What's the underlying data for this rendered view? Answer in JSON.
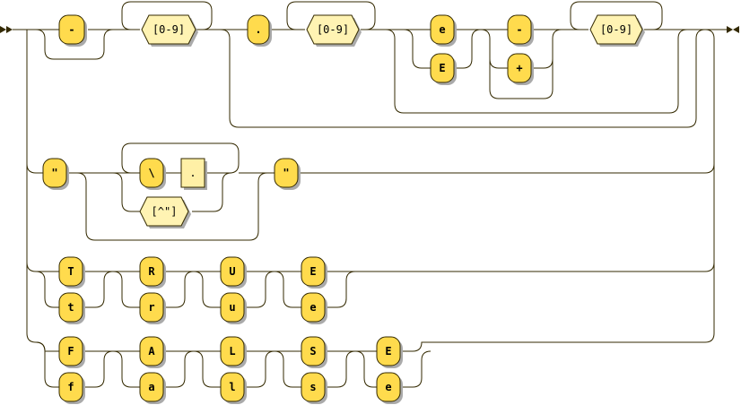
{
  "nodes": {
    "minus_sign_1": "-",
    "digits_1": "[0-9]",
    "dot": ".",
    "digits_2": "[0-9]",
    "exp_lower": "e",
    "exp_upper": "E",
    "minus_sign_2": "-",
    "plus_sign": "+",
    "digits_3": "[0-9]",
    "quote_open": "\"",
    "backslash": "\\",
    "any_char": ".",
    "not_quote": "[^\"]",
    "quote_close": "\"",
    "true_T": "T",
    "true_t": "t",
    "true_R": "R",
    "true_r": "r",
    "true_U": "U",
    "true_u": "u",
    "true_E": "E",
    "true_e": "e",
    "false_F": "F",
    "false_f": "f",
    "false_A": "A",
    "false_a": "a",
    "false_L": "L",
    "false_l": "l",
    "false_S": "S",
    "false_s": "s",
    "false_E": "E",
    "false_e": "e"
  },
  "colors": {
    "terminal": "#ffdb4d",
    "charclass": "#fff3b3",
    "line": "#332900"
  }
}
